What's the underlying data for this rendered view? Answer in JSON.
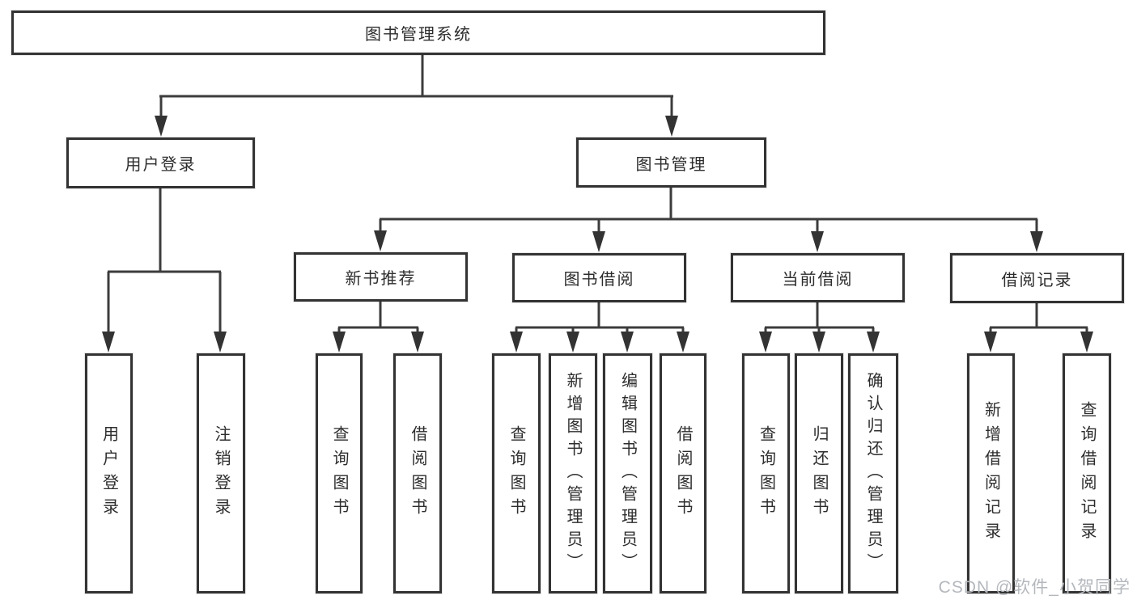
{
  "diagram": {
    "watermark": "CSDN @软件_小贺同学",
    "line_color": "#3c3c3c",
    "box_border_color": "#333333",
    "text_color": "#2d2d2d",
    "background": "#ffffff",
    "nodes": {
      "root": {
        "label": "图书管理系统"
      },
      "user_login": {
        "label": "用户登录"
      },
      "book_mgmt": {
        "label": "图书管理"
      },
      "new_book": {
        "label": "新书推荐"
      },
      "book_borrow": {
        "label": "图书借阅"
      },
      "cur_borrow": {
        "label": "当前借阅"
      },
      "borrow_rec": {
        "label": "借阅记录"
      },
      "lf_user_login": {
        "label": "用户登录"
      },
      "lf_logout": {
        "label": "注销登录"
      },
      "lf_query1": {
        "label": "查询图书"
      },
      "lf_borrow1": {
        "label": "借阅图书"
      },
      "lf_query2": {
        "label": "查询图书"
      },
      "lf_add_book": {
        "label": "新增图书（管理员）"
      },
      "lf_edit_book": {
        "label": "编辑图书（管理员）"
      },
      "lf_borrow2": {
        "label": "借阅图书"
      },
      "lf_query3": {
        "label": "查询图书"
      },
      "lf_return": {
        "label": "归还图书"
      },
      "lf_confirm": {
        "label": "确认归还（管理员）"
      },
      "lf_add_record": {
        "label": "新增借阅记录"
      },
      "lf_query_record": {
        "label": "查询借阅记录"
      }
    },
    "edges": [
      {
        "parent": "root",
        "children": [
          "user_login",
          "book_mgmt"
        ]
      },
      {
        "parent": "user_login",
        "children": [
          "lf_user_login",
          "lf_logout"
        ]
      },
      {
        "parent": "book_mgmt",
        "children": [
          "new_book",
          "book_borrow",
          "cur_borrow",
          "borrow_rec"
        ]
      },
      {
        "parent": "new_book",
        "children": [
          "lf_query1",
          "lf_borrow1"
        ]
      },
      {
        "parent": "book_borrow",
        "children": [
          "lf_query2",
          "lf_add_book",
          "lf_edit_book",
          "lf_borrow2"
        ]
      },
      {
        "parent": "cur_borrow",
        "children": [
          "lf_query3",
          "lf_return",
          "lf_confirm"
        ]
      },
      {
        "parent": "borrow_rec",
        "children": [
          "lf_add_record",
          "lf_query_record"
        ]
      }
    ]
  }
}
